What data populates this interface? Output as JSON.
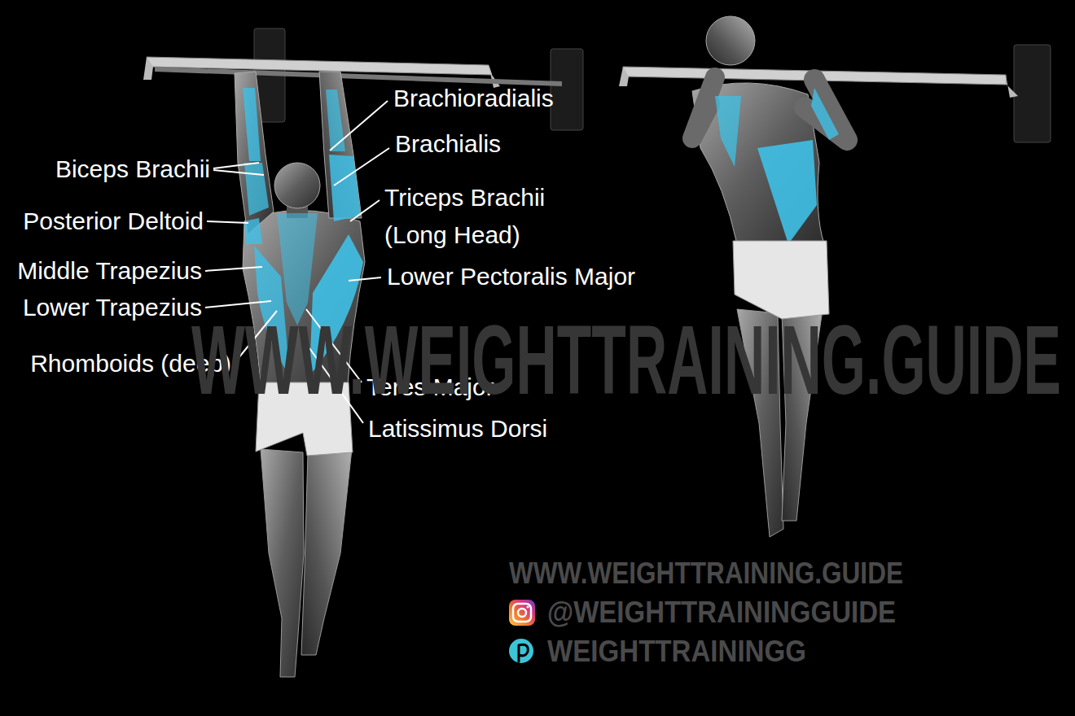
{
  "diagram": {
    "labels": [
      "Biceps Brachii",
      "Posterior Deltoid",
      "Middle Trapezius",
      "Lower Trapezius",
      "Rhomboids (deep)",
      "Brachioradialis",
      "Brachialis",
      "Triceps Brachii (Long Head)",
      "Lower Pectoralis Major",
      "Teres Major",
      "Latissimus Dorsi",
      "WWW.WEIGHTTRAINING.GUIDE",
      "WWW.WEIGHTTRAINING.GUIDE",
      "@WEIGHTTRAININGGUIDE",
      "WEIGHTTRAININGG"
    ]
  }
}
